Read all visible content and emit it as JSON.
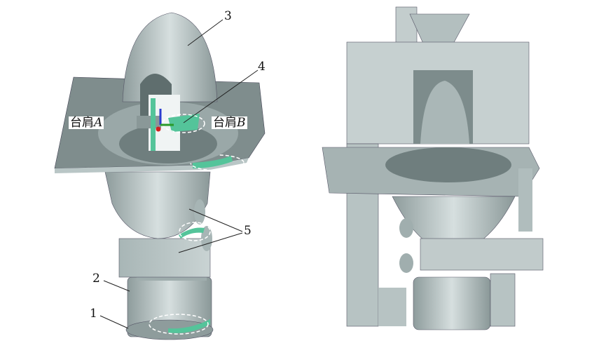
{
  "labels": {
    "part1": "1",
    "part2": "2",
    "part3": "3",
    "part4": "4",
    "part5": "5",
    "shoulder_a_prefix": "台肩",
    "shoulder_a_letter": "A",
    "shoulder_b_prefix": "台肩",
    "shoulder_b_letter": "B"
  },
  "colors": {
    "body": "#b9c6c6",
    "shadow": "#7d8c8c",
    "highlight": "#54c49a",
    "dark": "#4b5858"
  }
}
